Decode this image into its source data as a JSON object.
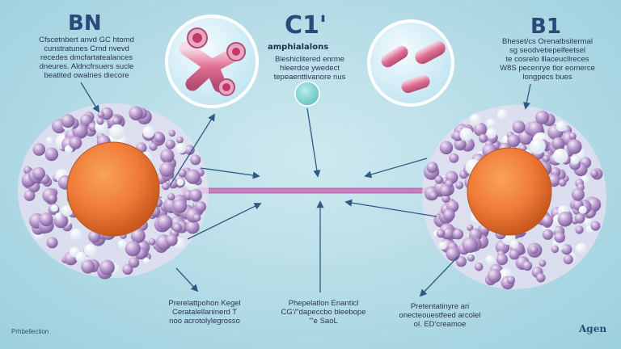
{
  "left_cell": {
    "heading": "BN",
    "note_lines": [
      "Cfscetnbert anvd GC htomd",
      "cunstratunes Crnd nvevd",
      "recedes dmcfartatealances",
      "dneures. Aldncfrsuers sucle",
      "beatited owalnes diecore"
    ],
    "bottom_lines": [
      "Prerelattpohon Kegel",
      "Ceratalellaninerd T",
      "noo acrotolylegrosso"
    ]
  },
  "center": {
    "heading": "C1'",
    "subheading": "amphialalons",
    "note_lines": [
      "Bleshiclitered enrme",
      "hleerdce ywedect",
      "tepeaenttivanore nus"
    ],
    "bottom_lines": [
      "Phepelatlon Enanticl",
      "CG'/\"dapeccbo bleebope",
      "'''e SaoL"
    ]
  },
  "right_cell": {
    "heading": "B1",
    "note_lines": [
      "Bheset/cs Orenatbsitermal",
      "sg seodvetiepelfeetsel",
      "te cosrelo lllaceucllreces",
      "W8S pecenrye tlor eomerce",
      "longpecs bues"
    ],
    "bottom_lines": [
      "Pretentatinyre ari",
      "onecteouestfeed arcolel",
      "ol. ED'creamoe"
    ]
  },
  "corner_left": "Prhbellection",
  "corner_right": "Agen"
}
